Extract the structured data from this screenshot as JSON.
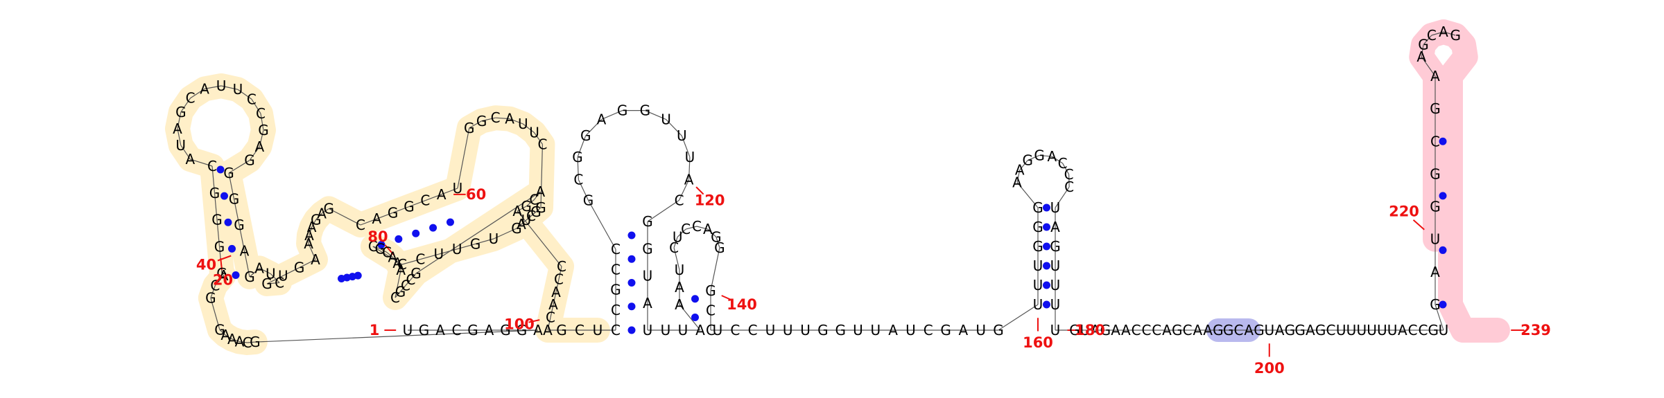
{
  "sequence": "UGACGAGGAGCAAAGGCAGGGGCAUAGCAUUCCGAGGGGAGAUCGUGAAAAGAGCAGGCAUGGCAUUCGGCUAGUGUUCCCGCAAACGCCGACGACCAACAGCUCCGCCGCGGAGGUUUACGGUAUUUAAAUCUCCAGGGCCUCCUUUGGUUAUCGAUGUUUGGGAAGGACCCUAGUUUUGUAGAACCCAGCAAGGCAGUAGGAGCUUUUUUACCGUGAUGGCGAAGCAG",
  "highlights": [
    {
      "name": "yellow-domain",
      "color": "#ffd060"
    },
    {
      "name": "blue-segment",
      "color": "#8080e0"
    },
    {
      "name": "pink-hairpin",
      "color": "#ff6a8a"
    }
  ],
  "pair_color": "#1010ee",
  "label_color": "#ee1111",
  "position_labels": [
    "1",
    "20",
    "40",
    "60",
    "80",
    "100",
    "120",
    "140",
    "160",
    "180",
    "200",
    "220",
    "239"
  ]
}
